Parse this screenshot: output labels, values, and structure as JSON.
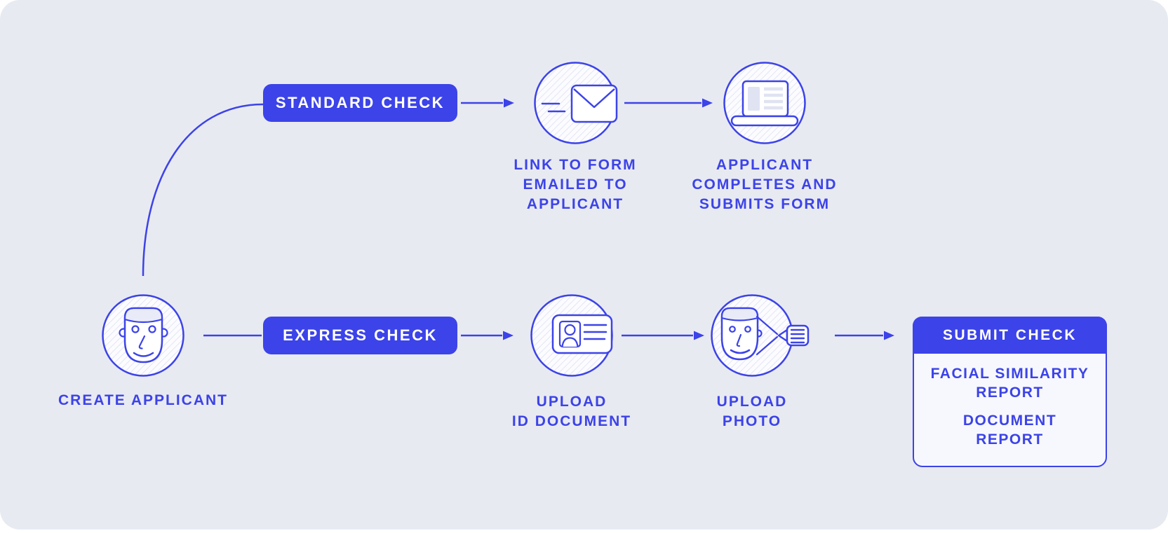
{
  "colors": {
    "accent_blue": "#3c43e8",
    "canvas_background": "#e8eaf1",
    "node_fill": "#fcfcff",
    "hatch_line": "#e2e5f4",
    "card_body_background": "#f7f8fd",
    "text_on_accent": "#ffffff"
  },
  "flow": {
    "start": {
      "icon": "applicant-face-icon",
      "label": "CREATE APPLICANT"
    },
    "standard": {
      "button_label": "STANDARD CHECK",
      "steps": [
        {
          "icon": "email-sent-icon",
          "label": "LINK TO FORM\nEMAILED TO\nAPPLICANT"
        },
        {
          "icon": "laptop-form-icon",
          "label": "APPLICANT\nCOMPLETES AND\nSUBMITS FORM"
        }
      ]
    },
    "express": {
      "button_label": "EXPRESS CHECK",
      "steps": [
        {
          "icon": "id-document-icon",
          "label": "UPLOAD\nID DOCUMENT"
        },
        {
          "icon": "face-camera-icon",
          "label": "UPLOAD\nPHOTO"
        }
      ],
      "result_card": {
        "header": "SUBMIT CHECK",
        "reports": [
          "FACIAL SIMILARITY\nREPORT",
          "DOCUMENT\nREPORT"
        ]
      }
    }
  }
}
